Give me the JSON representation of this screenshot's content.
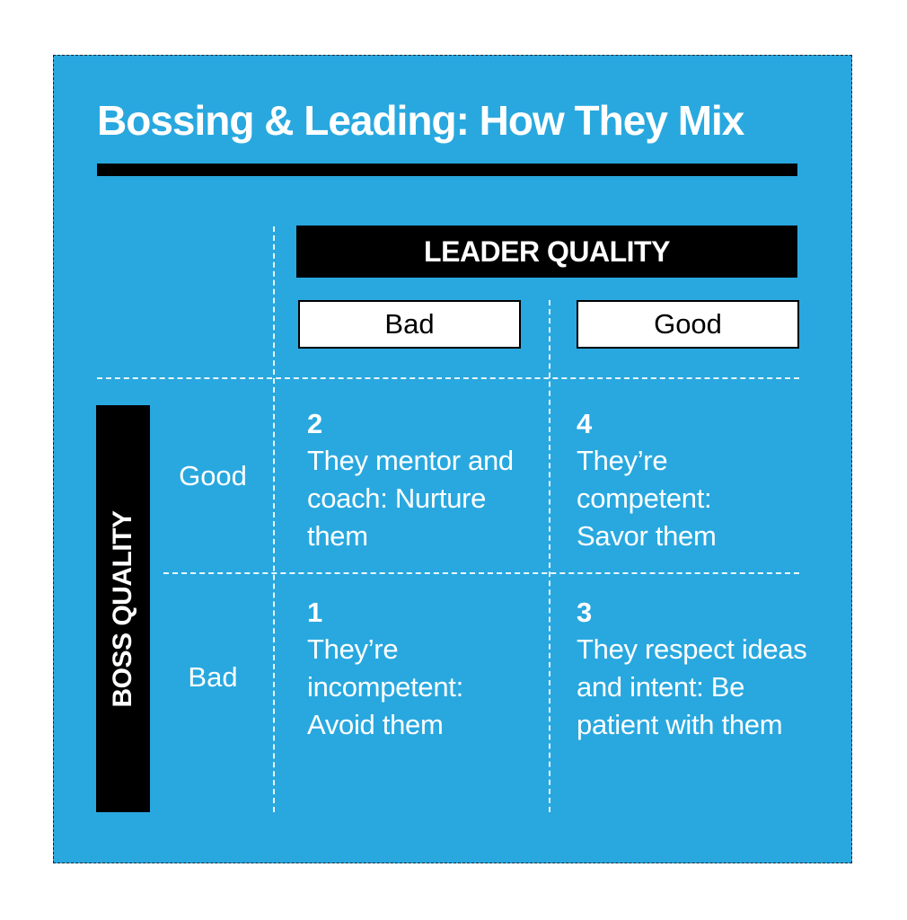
{
  "title": "Bossing & Leading: How They Mix",
  "axes": {
    "column_axis_label": "LEADER QUALITY",
    "row_axis_label": "BOSS QUALITY",
    "columns": [
      "Bad",
      "Good"
    ],
    "rows": [
      "Good",
      "Bad"
    ]
  },
  "cells": {
    "good_boss_bad_leader": {
      "number": "2",
      "text": "They mentor and coach: Nurture them"
    },
    "good_boss_good_leader": {
      "number": "4",
      "text": "They’re competent: Savor them"
    },
    "bad_boss_bad_leader": {
      "number": "1",
      "text": "They’re incompetent: Avoid them"
    },
    "bad_boss_good_leader": {
      "number": "3",
      "text": "They respect ideas and intent: Be patient with them"
    }
  },
  "colors": {
    "background": "#29a8df",
    "bar": "#000000",
    "text": "#ffffff"
  }
}
